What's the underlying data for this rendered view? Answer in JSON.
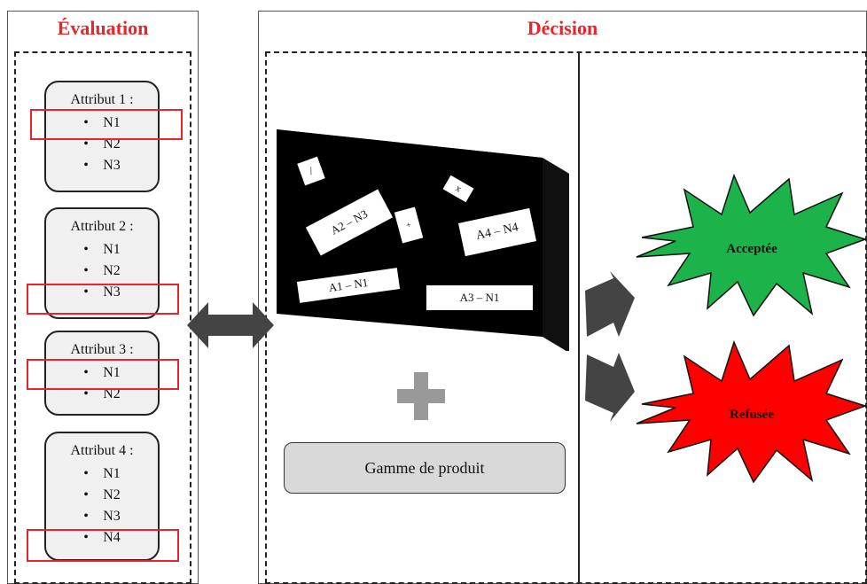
{
  "evaluation": {
    "title": "Évaluation",
    "attributes": [
      {
        "title": "Attribut 1 :",
        "levels": [
          "N1",
          "N2",
          "N3"
        ],
        "selected": "N1"
      },
      {
        "title": "Attribut 2 :",
        "levels": [
          "N1",
          "N2",
          "N3"
        ],
        "selected": "N3"
      },
      {
        "title": "Attribut 3 :",
        "levels": [
          "N1",
          "N2"
        ],
        "selected": "N1"
      },
      {
        "title": "Attribut 4 :",
        "levels": [
          "N1",
          "N2",
          "N3",
          "N4"
        ],
        "selected": "N4"
      }
    ],
    "bullet": "•"
  },
  "decision": {
    "title": "Décision",
    "board_cards": [
      "A2 – N3",
      "A4 – N4",
      "A1 – N1",
      "A3 – N1"
    ],
    "board_symbols": [
      "/",
      "x",
      "+"
    ],
    "gamme_label": "Gamme de produit",
    "outcomes": {
      "accepted": "Acceptée",
      "refused": "Refusée"
    }
  },
  "colors": {
    "title_red": "#e8262a",
    "accepted_green": "#1bb34a",
    "refused_red": "#ff0000",
    "selection_red": "#e8262a",
    "board_black": "#000000",
    "arrow_gray": "#444444"
  }
}
